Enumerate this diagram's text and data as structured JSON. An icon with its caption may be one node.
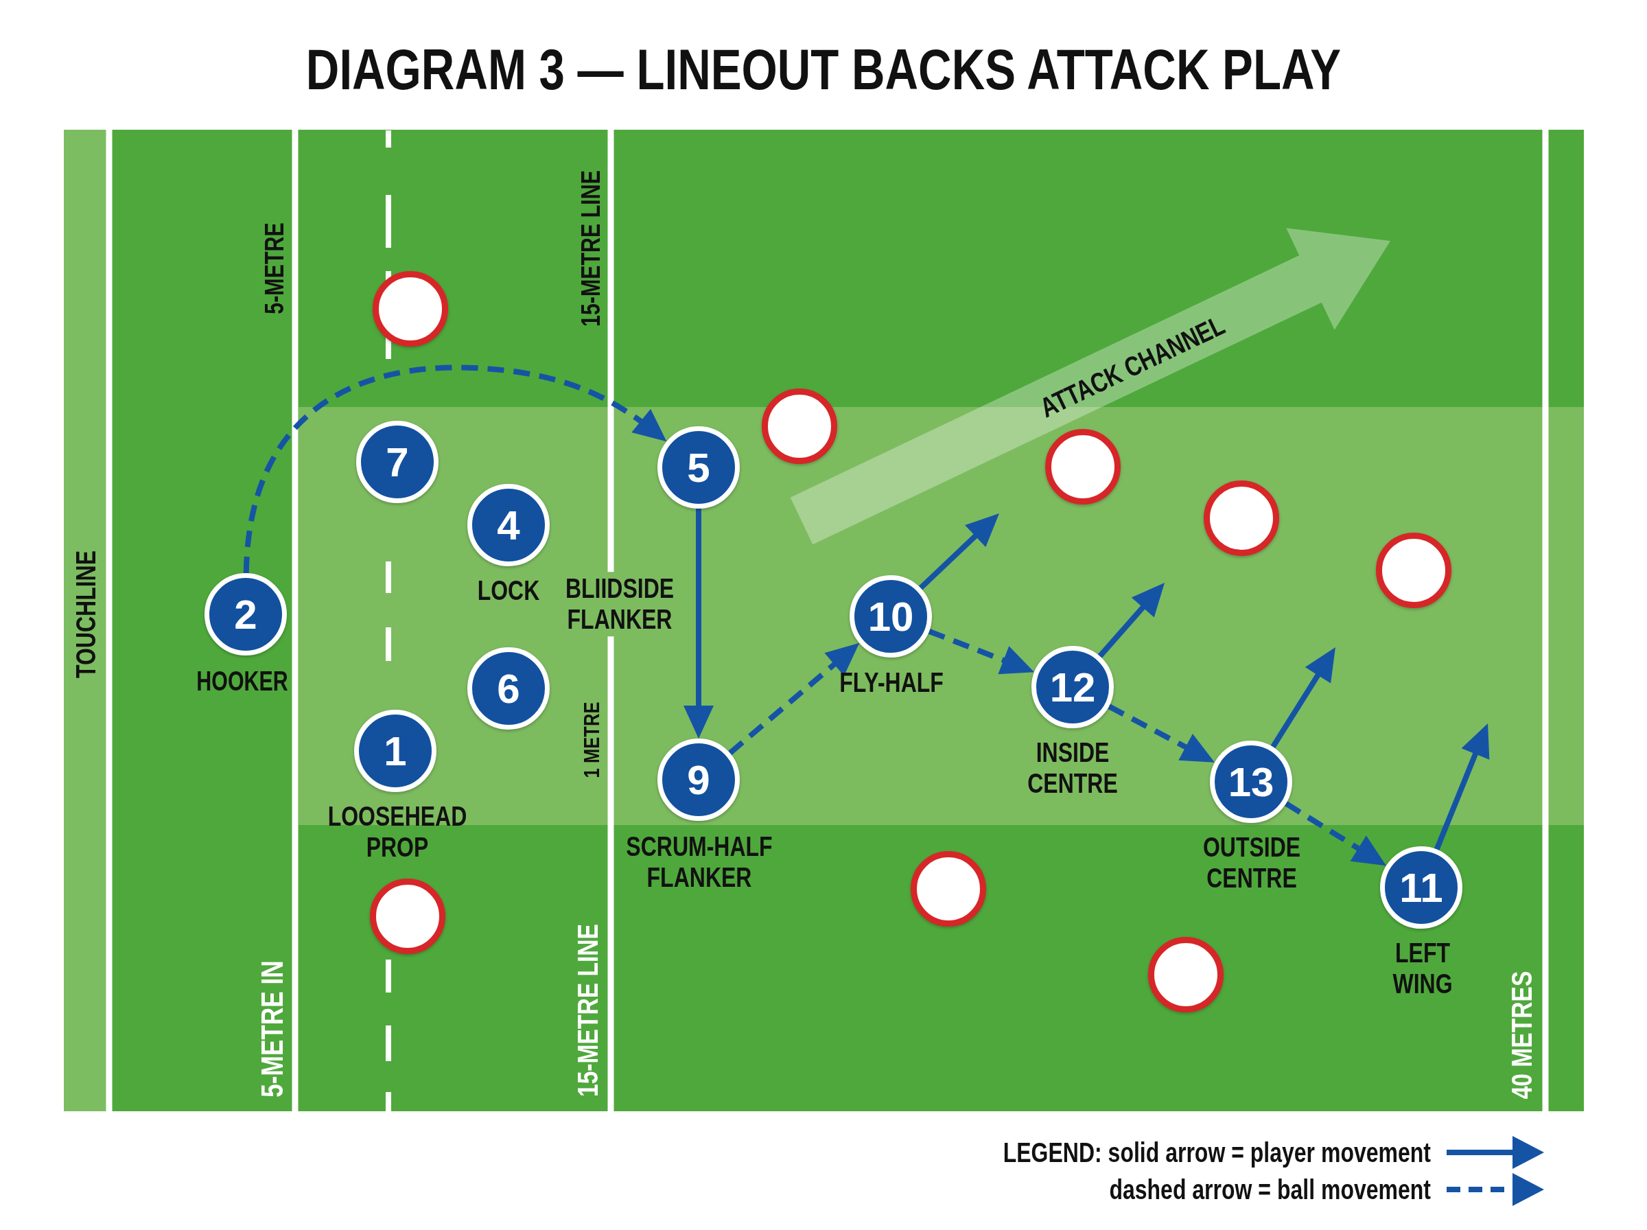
{
  "diagram": {
    "title": "DIAGRAM 3 — LINEOUT BACKS ATTACK PLAY",
    "nodes": [
      {
        "text": [
          "2"
        ],
        "beside": [
          "HOOKER"
        ]
      },
      {
        "text": [
          "7"
        ]
      },
      {
        "text": [
          "4"
        ],
        "beside": [
          "LOCK"
        ]
      },
      {
        "text": [
          "6"
        ]
      },
      {
        "text": [
          "1"
        ],
        "beside": [
          "LOOSEHEAD PROP"
        ]
      },
      {
        "text": [
          "5"
        ]
      },
      {
        "text": [
          "9"
        ],
        "beside": [
          "SCRUM-HALF FLANKER"
        ]
      },
      {
        "text": [
          "10"
        ],
        "beside": [
          "FLY-HALF"
        ]
      },
      {
        "text": [
          "12"
        ],
        "beside": [
          "INSIDE CENTRE"
        ]
      },
      {
        "text": [
          "13"
        ],
        "beside": [
          "OUTSIDE CENTRE"
        ]
      },
      {
        "text": [
          "11"
        ],
        "beside": [
          "LEFT WING"
        ]
      },
      {
        "text": [],
        "shape": "circle"
      },
      {
        "text": [],
        "shape": "circle"
      },
      {
        "text": [],
        "shape": "circle"
      },
      {
        "text": [],
        "shape": "circle"
      },
      {
        "text": [],
        "shape": "circle"
      },
      {
        "text": [],
        "shape": "circle"
      },
      {
        "text": [],
        "shape": "circle"
      },
      {
        "text": [],
        "shape": "circle"
      }
    ],
    "edges": [
      {
        "from": 0,
        "to": 5,
        "arrow": "to",
        "style": "dashed"
      },
      {
        "from": 5,
        "to": 6,
        "arrow": "to"
      },
      {
        "from": 6,
        "to": 7,
        "arrow": "to",
        "style": "dashed"
      },
      {
        "from": 7,
        "to": 8,
        "arrow": "to",
        "style": "dashed"
      },
      {
        "from": 8,
        "to": 9,
        "arrow": "to",
        "style": "dashed"
      },
      {
        "from": 9,
        "to": 10,
        "arrow": "to",
        "style": "dashed"
      },
      {
        "from": 7,
        "to": null,
        "arrow": "to"
      },
      {
        "from": 8,
        "to": null,
        "arrow": "to"
      },
      {
        "from": 9,
        "to": null,
        "arrow": "to"
      },
      {
        "from": 10,
        "to": null,
        "arrow": "to"
      }
    ],
    "labels": [
      "TOUCHLINE",
      "5-METRE",
      "15-METRE LINE",
      "ATTACK CHANNEL",
      "BLIIDSIDE FLANKER",
      "1 METRE",
      "5-METRE IN",
      "15-METRE LINE",
      "40 METRES"
    ],
    "legend": [
      {
        "text": "LEGEND: solid arrow = player movement"
      },
      {
        "text": "dashed arrow = ball movement"
      }
    ]
  }
}
